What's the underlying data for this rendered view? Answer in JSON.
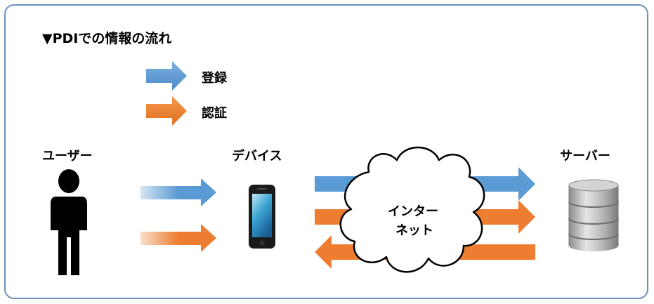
{
  "title": "▼PDIでの情報の流れ",
  "legend": {
    "register": "登録",
    "authenticate": "認証"
  },
  "nodes": {
    "user": "ユーザー",
    "device": "デバイス",
    "server": "サーバー",
    "internet_line1": "インター",
    "internet_line2": "ネット"
  },
  "colors": {
    "register": "#5b9bd5",
    "authenticate": "#ed7d31",
    "frame": "#6a8fbf"
  }
}
